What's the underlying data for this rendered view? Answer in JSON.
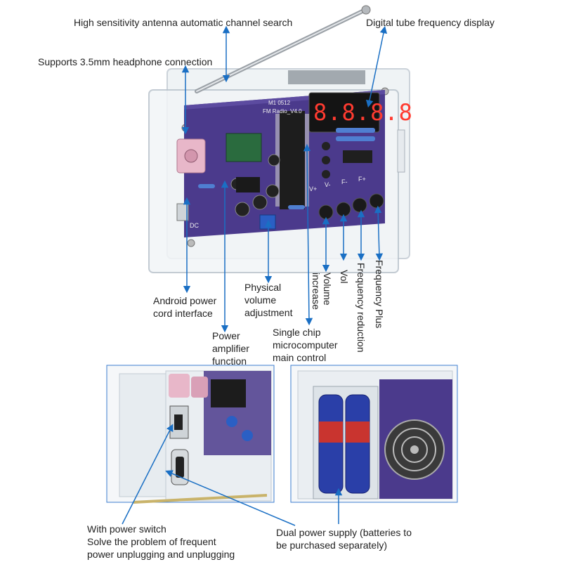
{
  "callouts": {
    "antenna": "High sensitivity antenna automatic channel search",
    "display": "Digital tube frequency display",
    "headphone": "Supports 3.5mm headphone connection",
    "power_cord": [
      "Android power",
      "cord interface"
    ],
    "volume_adjust": [
      "Physical",
      "volume",
      "adjustment"
    ],
    "amplifier": [
      "Power",
      "amplifier",
      "function"
    ],
    "mcu": [
      "Single chip",
      "microcomputer",
      "main control"
    ],
    "vol_increase": "Volume increase",
    "vol": "Vol",
    "freq_reduction": "Frequency reduction",
    "freq_plus": "Frequency Plus",
    "power_switch": [
      "With power switch",
      "Solve the problem of frequent",
      "power unplugging and unplugging"
    ],
    "dual_power": [
      "Dual power supply (batteries to",
      "be purchased separately)"
    ]
  },
  "board": {
    "display_digits": "8.8.8.8",
    "board_name": "FM Radio_V4.0",
    "board_brand": "M1 0512",
    "dc_label": "DC",
    "vplus": "V+",
    "vminus": "V-",
    "fminus": "F-",
    "fplus": "F+"
  },
  "colors": {
    "callout_line": "#1a6fc4",
    "pcb": "#4b3a8c",
    "acrylic": "#dfe6ec"
  }
}
